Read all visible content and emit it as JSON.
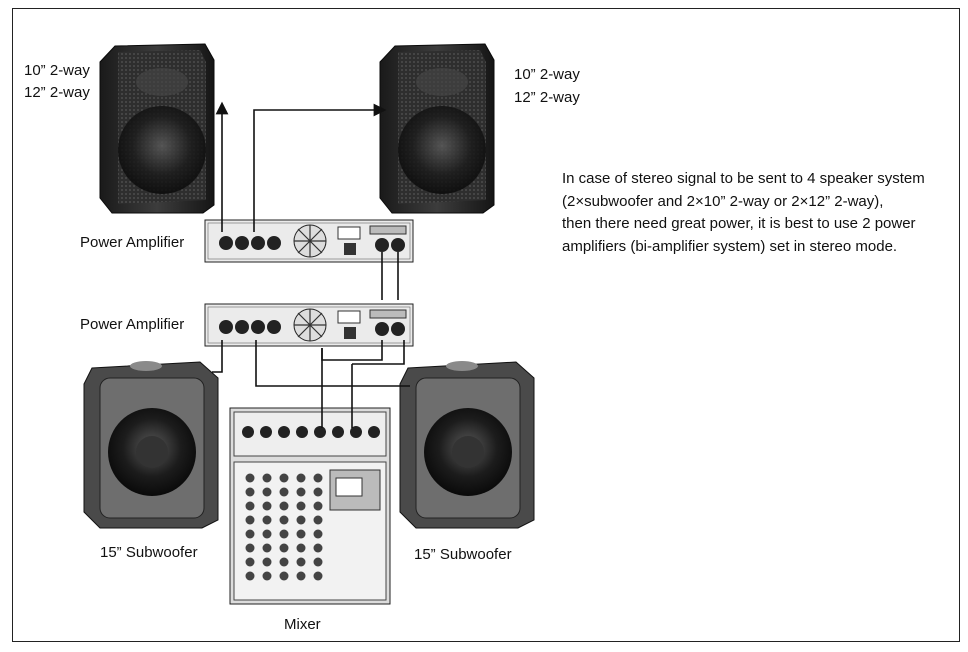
{
  "labels": {
    "speaker_left_line1": "10” 2-way",
    "speaker_left_line2": "12” 2-way",
    "speaker_right_line1": "10” 2-way",
    "speaker_right_line2": "12” 2-way",
    "amp_top": "Power Amplifier",
    "amp_bottom": "Power Amplifier",
    "sub_left": "15” Subwoofer",
    "sub_right": "15” Subwoofer",
    "mixer": "Mixer"
  },
  "description": [
    "In case of stereo signal to be sent to 4 speaker system",
    "(2×subwoofer and 2×10” 2-way or 2×12” 2-way),",
    "then there need great power, it is best to use 2 power",
    "amplifiers (bi-amplifier system) set in stereo mode."
  ],
  "colors": {
    "ink": "#111111",
    "cabinet": "#3a3a3a",
    "panel": "#e8e8e8"
  }
}
